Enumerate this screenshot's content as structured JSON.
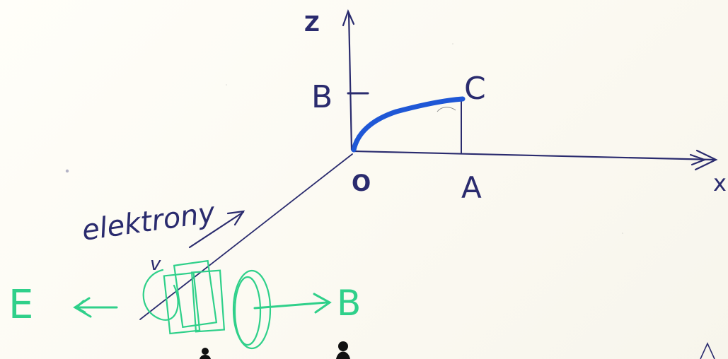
{
  "diagram": {
    "axes": {
      "z_label": "Z",
      "x_label": "x",
      "origin_label": "O",
      "tick_z_label": "B",
      "tick_x_label": "A",
      "point_label": "C",
      "v_label": "v"
    },
    "electron": {
      "label": "elektrony"
    },
    "fields": {
      "e_label": "E",
      "b_label": "B"
    },
    "colors": {
      "ink": "#2a2b6e",
      "curve": "#1f57d6",
      "green": "#2fd08a"
    }
  }
}
